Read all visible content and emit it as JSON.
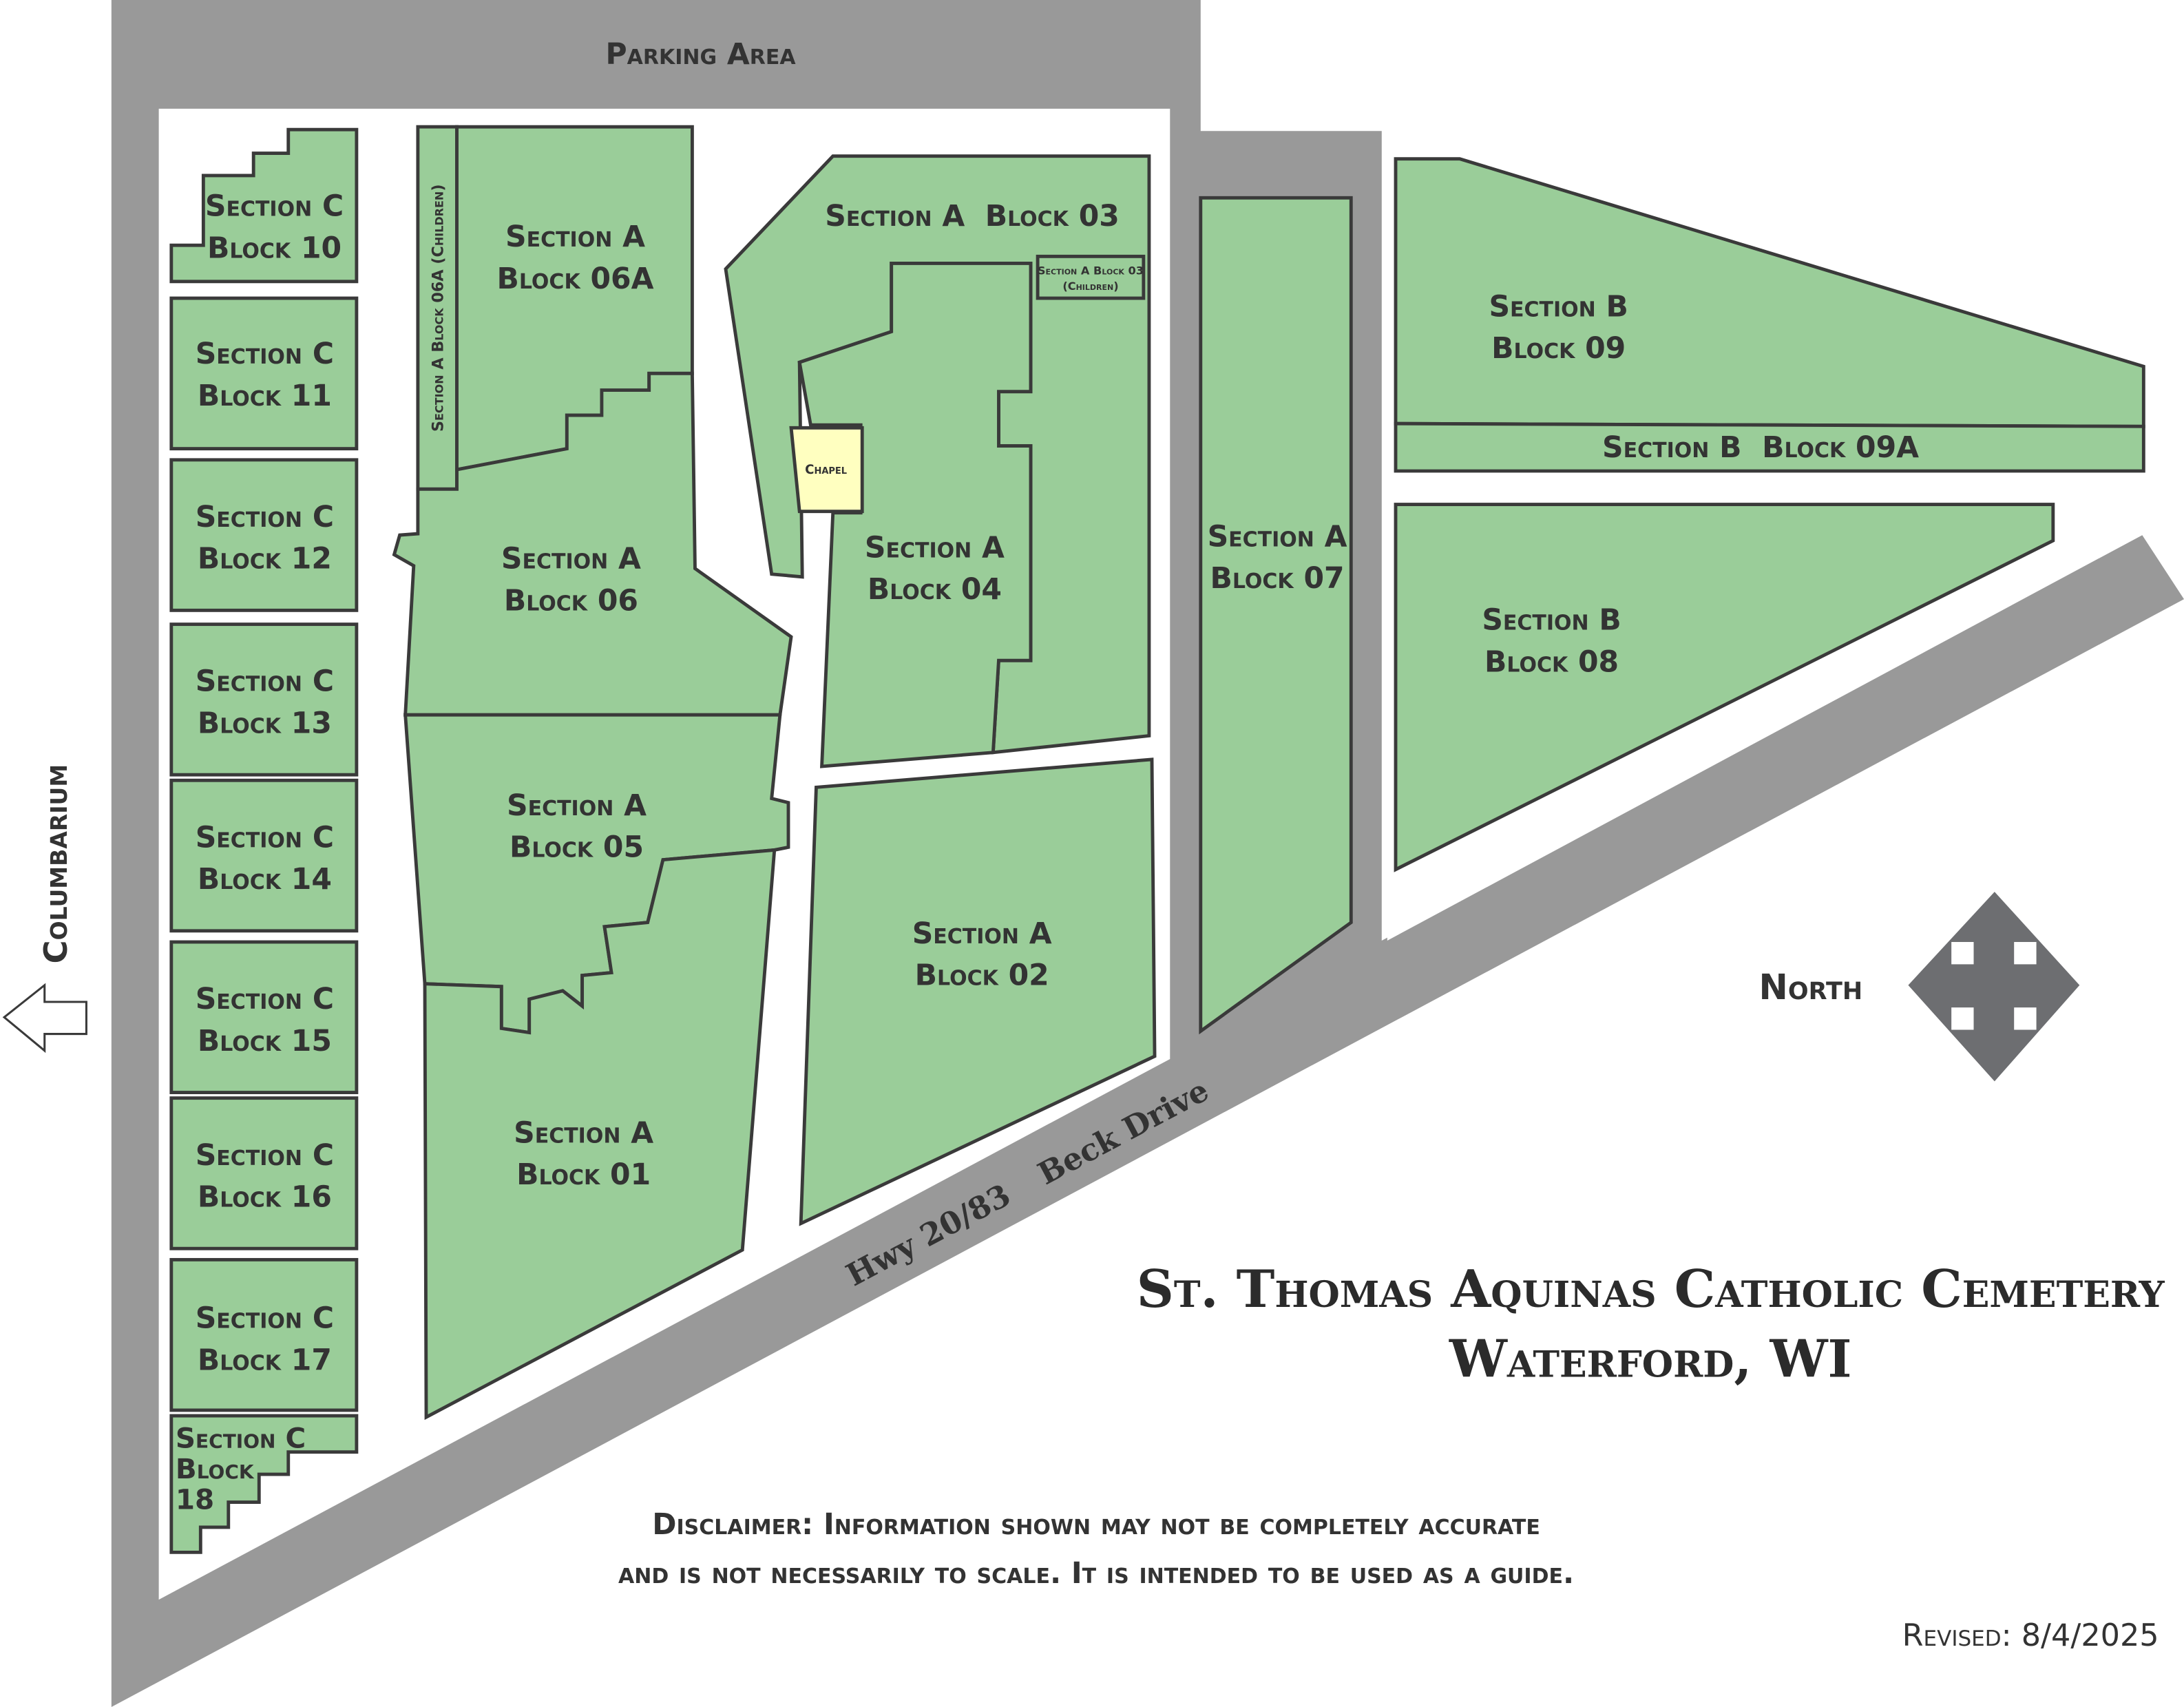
{
  "map": {
    "title_line1": "St. Thomas Aquinas Catholic Cemetery",
    "title_line2": "Waterford, WI",
    "parking_label": "Parking Area",
    "columbarium_label": "Columbarium",
    "road_hwy": "Hwy 20/83",
    "road_beck": "Beck Drive",
    "north_label": "North",
    "disclaimer_line1": "Disclaimer: Information shown may not be completely accurate",
    "disclaimer_line2": "and is not necessarily to scale. It is intended to be used as a guide.",
    "revised": "Revised: 8/4/2025",
    "chapel": "Chapel",
    "blocks": {
      "c10": [
        "Section C",
        "Block 10"
      ],
      "c11": [
        "Section C",
        "Block 11"
      ],
      "c12": [
        "Section C",
        "Block 12"
      ],
      "c13": [
        "Section C",
        "Block 13"
      ],
      "c14": [
        "Section C",
        "Block 14"
      ],
      "c15": [
        "Section C",
        "Block 15"
      ],
      "c16": [
        "Section C",
        "Block 16"
      ],
      "c17": [
        "Section C",
        "Block 17"
      ],
      "c18": [
        "Section C",
        "Block",
        "18"
      ],
      "a06a_children": "Section A Block 06A (Children)",
      "a06a": [
        "Section A",
        "Block 06A"
      ],
      "a06": [
        "Section A",
        "Block 06"
      ],
      "a05": [
        "Section A",
        "Block 05"
      ],
      "a01": [
        "Section A",
        "Block 01"
      ],
      "a03": "Section A  Block 03",
      "a03_children": [
        "Section A Block 03",
        "(Children)"
      ],
      "a04": [
        "Section A",
        "Block 04"
      ],
      "a02": [
        "Section A",
        "Block 02"
      ],
      "a07": [
        "Section A",
        "Block 07"
      ],
      "b09": [
        "Section B",
        "Block 09"
      ],
      "b09a": "Section B  Block 09A",
      "b08": [
        "Section B",
        "Block 08"
      ]
    },
    "colors": {
      "grass": "#9acd99",
      "road": "#999999",
      "chapel": "#ffffc0",
      "outline": "#3a3a3a",
      "compass": "#6d6e71"
    }
  }
}
